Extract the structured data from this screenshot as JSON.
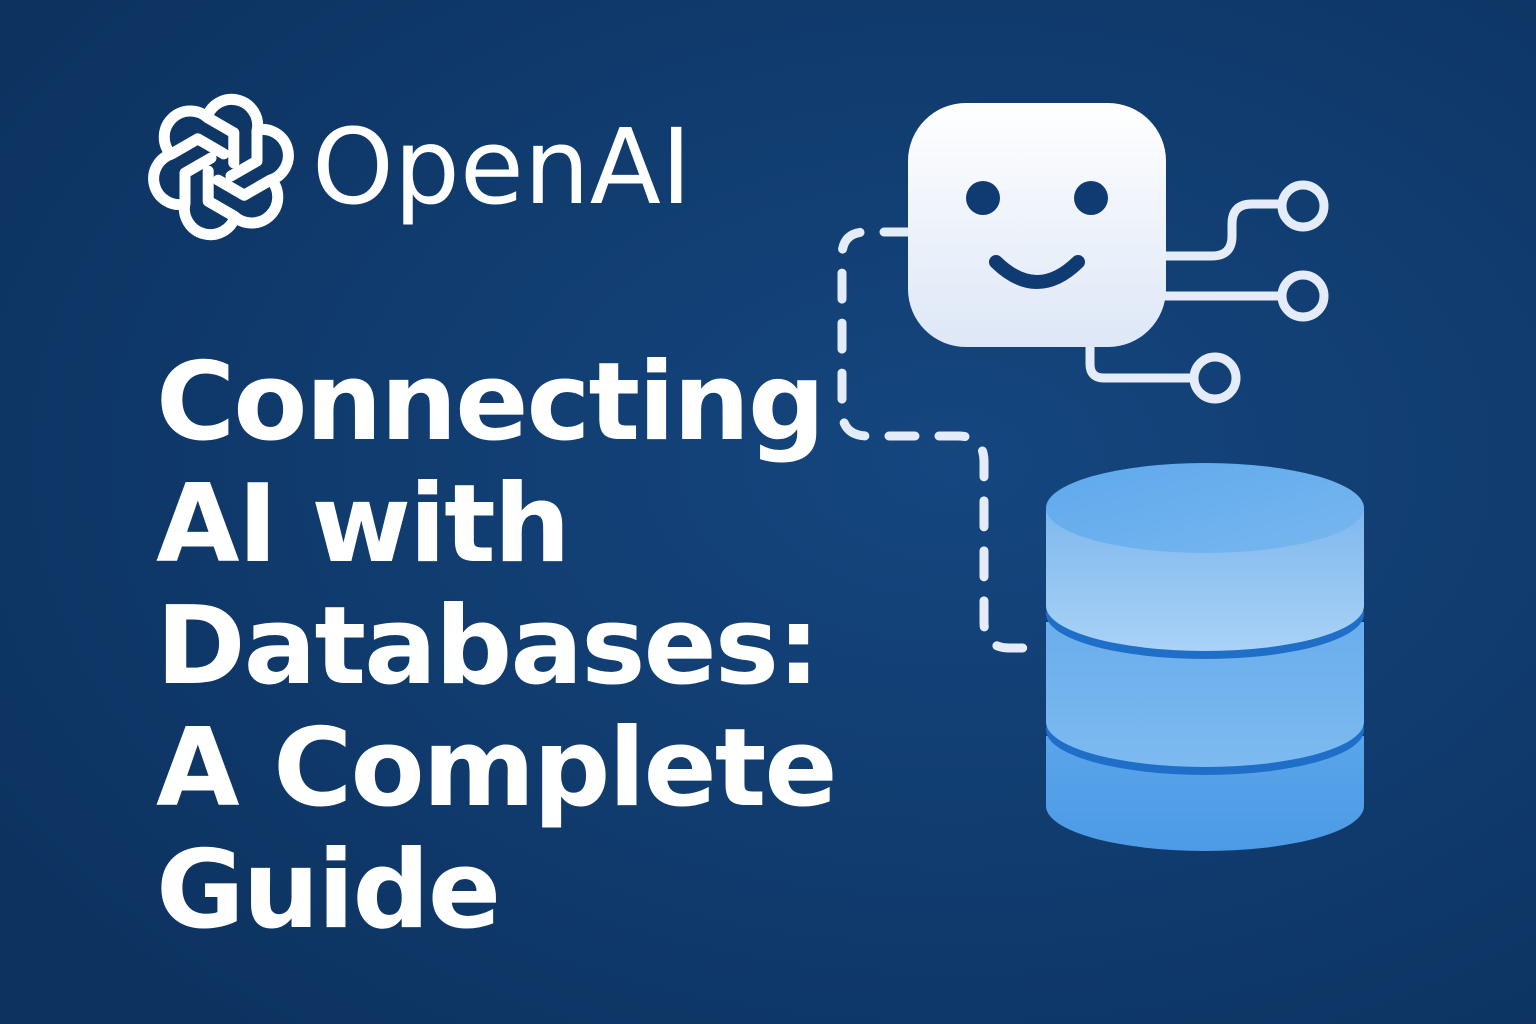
{
  "brand": {
    "name": "OpenAI",
    "logo_icon": "openai-knot-icon"
  },
  "headline": {
    "lines": [
      "Connecting",
      "AI with",
      "Databases:",
      "A Complete",
      "Guide"
    ]
  },
  "illustration": {
    "bot_icon": "smiling-bot-icon",
    "database_icon": "database-cylinder-icon",
    "connector_icon": "circuit-node-icon"
  },
  "colors": {
    "background": "#0f3a72",
    "text": "#ffffff",
    "bot_face": "#eef3fb",
    "database_light": "#8fc4f1",
    "database_band": "#1f6fc9",
    "connector": "#e3ecf8"
  }
}
